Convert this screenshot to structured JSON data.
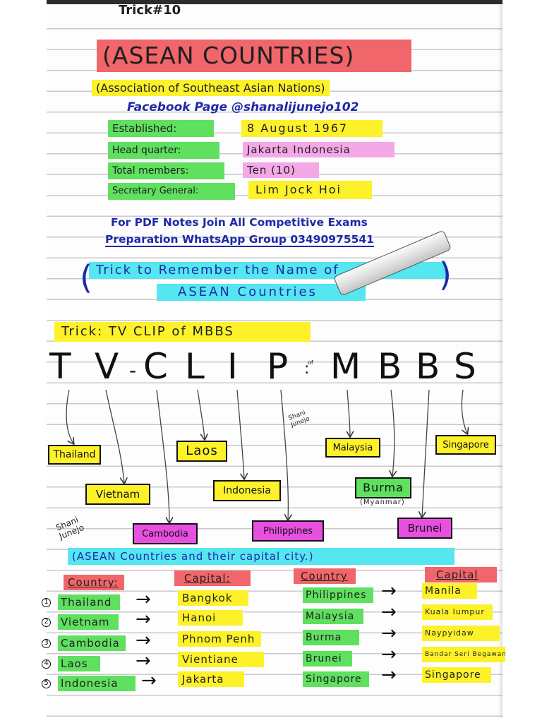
{
  "header": {
    "trick_no": "Trick#10",
    "title": "(ASEAN COUNTRIES)",
    "subtitle": "(Association of Southeast Asian Nations)",
    "facebook": "Facebook Page @shanalijunejo102"
  },
  "facts": [
    {
      "label": "Established:",
      "value": "8 August 1967"
    },
    {
      "label": "Head quarter:",
      "value": "Jakarta Indonesia"
    },
    {
      "label": "Total members:",
      "value": "Ten (10)"
    },
    {
      "label": "Secretary General:",
      "value": "Lim Jock Hoi"
    }
  ],
  "promo": {
    "line1": "For PDF Notes Join All Competitive Exams",
    "line2": "Preparation WhatsApp Group 03490975541"
  },
  "trick_heading": {
    "line1": "Trick to Remember the Name of",
    "line2": "ASEAN Countries"
  },
  "trick_label": "Trick: TV CLIP of MBBS",
  "mnemonic": {
    "letters": [
      "T",
      "V",
      "C",
      "L",
      "I",
      "P",
      "M",
      "B",
      "B",
      "S"
    ],
    "dash": "-",
    "of": "of",
    "of_dot": ":",
    "countries": [
      "Thailand",
      "Vietnam",
      "Cambodia",
      "Laos",
      "Indonesia",
      "Philippines",
      "Malaysia",
      "Burma",
      "Brunei",
      "Singapore"
    ],
    "burma_note": "(Myanmar)",
    "signature": "Shani Junejo"
  },
  "capitals_heading": "(ASEAN Countries and their capital city.)",
  "table": {
    "col_country": "Country:",
    "col_capital": "Capital:",
    "col_country2": "Country",
    "col_capital2": "Capital",
    "arrow": "→",
    "left_rows": [
      {
        "num": "1",
        "country": "Thailand",
        "capital": "Bangkok"
      },
      {
        "num": "2",
        "country": "Vietnam",
        "capital": "Hanoi"
      },
      {
        "num": "3",
        "country": "Cambodia",
        "capital": "Phnom Penh"
      },
      {
        "num": "4",
        "country": "Laos",
        "capital": "Vientiane"
      },
      {
        "num": "5",
        "country": "Indonesia",
        "capital": "Jakarta"
      }
    ],
    "right_rows": [
      {
        "country": "Philippines",
        "capital": "Manila"
      },
      {
        "country": "Malaysia",
        "capital": "Kuala lumpur"
      },
      {
        "country": "Burma",
        "capital": "Naypyidaw"
      },
      {
        "country": "Brunei",
        "capital": "Bandar Seri Begawan"
      },
      {
        "country": "Singapore",
        "capital": "Singapore"
      }
    ]
  },
  "colors": {
    "red": "#f0666a",
    "yellow": "#fdf12a",
    "green": "#5fe05f",
    "pink": "#f4a8e6",
    "cyan": "#55e6f0",
    "magenta": "#e84fe0",
    "ink_blue": "#1e2aa8"
  }
}
